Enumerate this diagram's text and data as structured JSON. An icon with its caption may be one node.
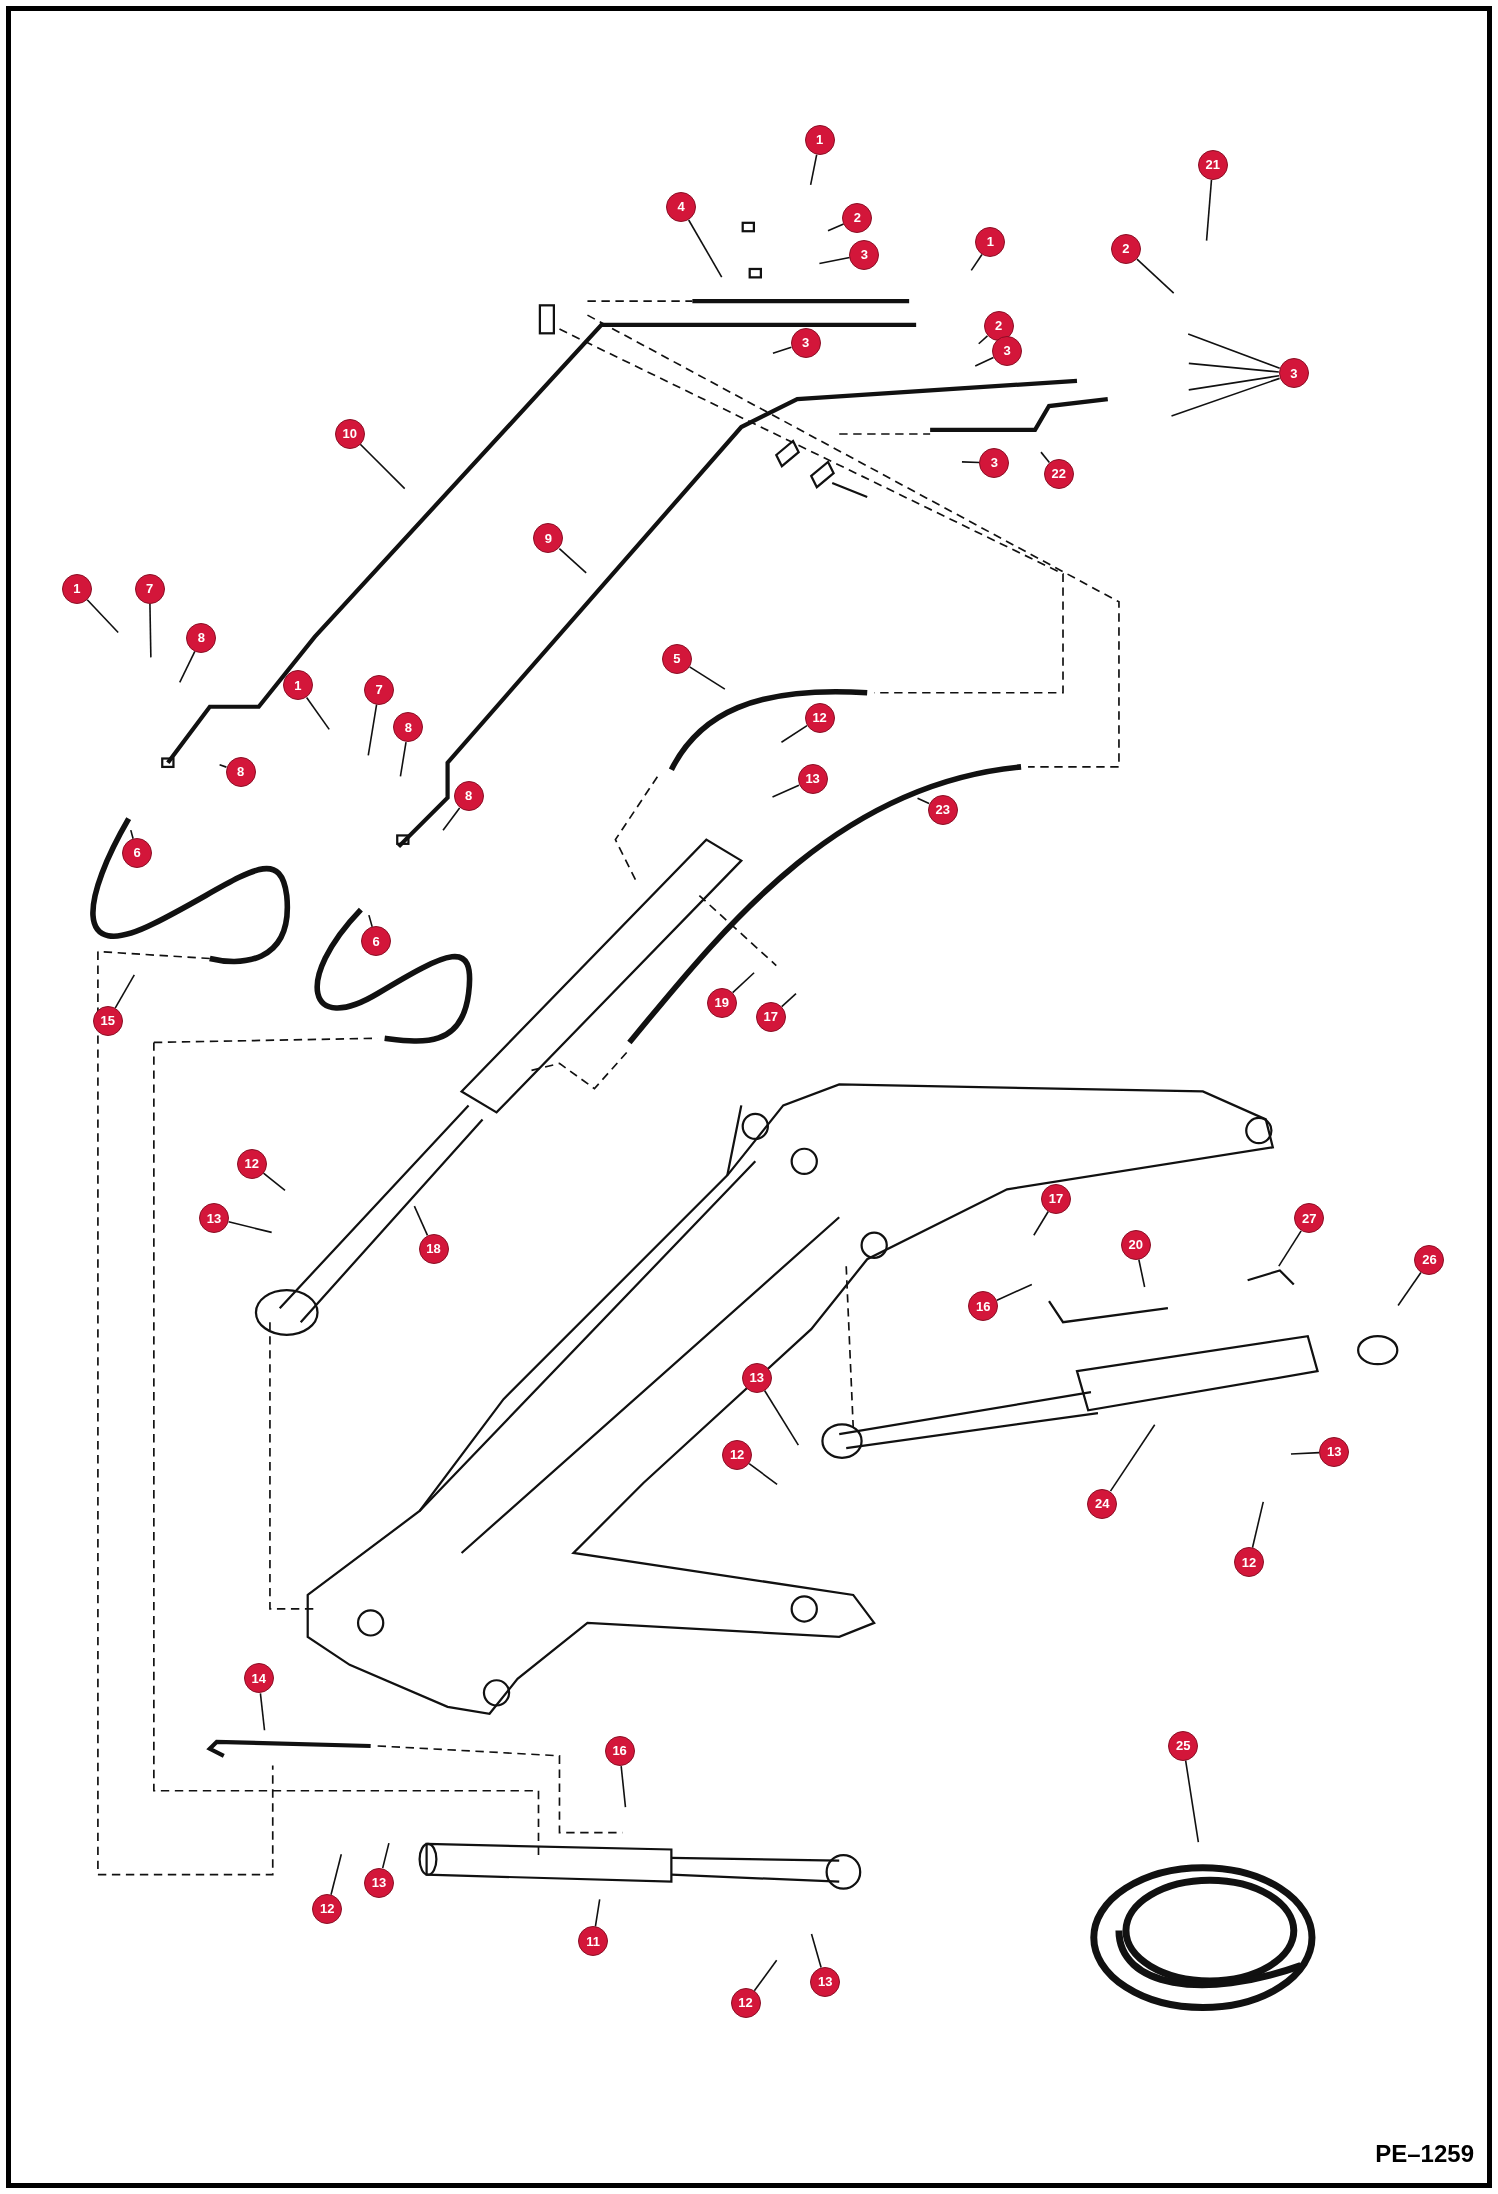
{
  "diagram": {
    "nodes": [
      {
        "text": [
          "1"
        ]
      },
      {
        "text": [
          "2"
        ]
      },
      {
        "text": [
          "3"
        ]
      },
      {
        "text": [
          "4"
        ]
      },
      {
        "text": [
          "3"
        ]
      },
      {
        "text": [
          "1"
        ]
      },
      {
        "text": [
          "2"
        ]
      },
      {
        "text": [
          "3"
        ]
      },
      {
        "text": [
          "2"
        ]
      },
      {
        "text": [
          "21"
        ]
      },
      {
        "text": [
          "3"
        ]
      },
      {
        "text": [
          "3"
        ]
      },
      {
        "text": [
          "22"
        ]
      },
      {
        "text": [
          "10"
        ]
      },
      {
        "text": [
          "9"
        ]
      },
      {
        "text": [
          "1"
        ]
      },
      {
        "text": [
          "7"
        ]
      },
      {
        "text": [
          "8"
        ]
      },
      {
        "text": [
          "8"
        ]
      },
      {
        "text": [
          "1"
        ]
      },
      {
        "text": [
          "7"
        ]
      },
      {
        "text": [
          "8"
        ]
      },
      {
        "text": [
          "8"
        ]
      },
      {
        "text": [
          "6"
        ]
      },
      {
        "text": [
          "6"
        ]
      },
      {
        "text": [
          "5"
        ]
      },
      {
        "text": [
          "12"
        ]
      },
      {
        "text": [
          "13"
        ]
      },
      {
        "text": [
          "23"
        ]
      },
      {
        "text": [
          "15"
        ]
      },
      {
        "text": [
          "19"
        ]
      },
      {
        "text": [
          "17"
        ]
      },
      {
        "text": [
          "12"
        ]
      },
      {
        "text": [
          "13"
        ]
      },
      {
        "text": [
          "18"
        ]
      },
      {
        "text": [
          "17"
        ]
      },
      {
        "text": [
          "20"
        ]
      },
      {
        "text": [
          "27"
        ]
      },
      {
        "text": [
          "26"
        ]
      },
      {
        "text": [
          "16"
        ]
      },
      {
        "text": [
          "13"
        ]
      },
      {
        "text": [
          "12"
        ]
      },
      {
        "text": [
          "13"
        ]
      },
      {
        "text": [
          "24"
        ]
      },
      {
        "text": [
          "12"
        ]
      },
      {
        "text": [
          "14"
        ]
      },
      {
        "text": [
          "16"
        ]
      },
      {
        "text": [
          "25"
        ]
      },
      {
        "text": [
          "12"
        ]
      },
      {
        "text": [
          "13"
        ]
      },
      {
        "text": [
          "11"
        ]
      },
      {
        "text": [
          "12"
        ]
      },
      {
        "text": [
          "13"
        ]
      }
    ],
    "edges": [
      {
        "from": 0,
        "to": null,
        "arrow": "none"
      },
      {
        "from": 1,
        "to": null,
        "arrow": "none"
      },
      {
        "from": 2,
        "to": null,
        "arrow": "none"
      },
      {
        "from": 3,
        "to": null,
        "arrow": "none"
      },
      {
        "from": 4,
        "to": null,
        "arrow": "none"
      },
      {
        "from": 5,
        "to": null,
        "arrow": "none"
      },
      {
        "from": 6,
        "to": null,
        "arrow": "none"
      },
      {
        "from": 7,
        "to": null,
        "arrow": "none"
      },
      {
        "from": 8,
        "to": null,
        "arrow": "none"
      },
      {
        "from": 9,
        "to": null,
        "arrow": "none"
      },
      {
        "from": 10,
        "to": null,
        "arrow": "none"
      },
      {
        "from": 10,
        "to": null,
        "arrow": "none"
      },
      {
        "from": 10,
        "to": null,
        "arrow": "none"
      },
      {
        "from": 10,
        "to": null,
        "arrow": "none"
      },
      {
        "from": 11,
        "to": null,
        "arrow": "none"
      },
      {
        "from": 12,
        "to": null,
        "arrow": "none"
      },
      {
        "from": 13,
        "to": null,
        "arrow": "none"
      },
      {
        "from": 14,
        "to": null,
        "arrow": "none"
      },
      {
        "from": 15,
        "to": null,
        "arrow": "none"
      },
      {
        "from": 16,
        "to": null,
        "arrow": "none"
      },
      {
        "from": 17,
        "to": null,
        "arrow": "none"
      },
      {
        "from": 18,
        "to": null,
        "arrow": "none"
      },
      {
        "from": 19,
        "to": null,
        "arrow": "none"
      },
      {
        "from": 20,
        "to": null,
        "arrow": "none"
      },
      {
        "from": 21,
        "to": null,
        "arrow": "none"
      },
      {
        "from": 22,
        "to": null,
        "arrow": "none"
      },
      {
        "from": 23,
        "to": null,
        "arrow": "none"
      },
      {
        "from": 24,
        "to": null,
        "arrow": "none"
      },
      {
        "from": 25,
        "to": null,
        "arrow": "none"
      },
      {
        "from": 26,
        "to": null,
        "arrow": "none"
      },
      {
        "from": 27,
        "to": null,
        "arrow": "none"
      },
      {
        "from": 28,
        "to": null,
        "arrow": "none"
      },
      {
        "from": 29,
        "to": null,
        "arrow": "none"
      },
      {
        "from": 30,
        "to": null,
        "arrow": "none"
      },
      {
        "from": 31,
        "to": null,
        "arrow": "none"
      },
      {
        "from": 32,
        "to": null,
        "arrow": "none"
      },
      {
        "from": 33,
        "to": null,
        "arrow": "none"
      },
      {
        "from": 34,
        "to": null,
        "arrow": "none"
      },
      {
        "from": 35,
        "to": null,
        "arrow": "none"
      },
      {
        "from": 36,
        "to": null,
        "arrow": "none"
      },
      {
        "from": 37,
        "to": null,
        "arrow": "none"
      },
      {
        "from": 38,
        "to": null,
        "arrow": "none"
      },
      {
        "from": 39,
        "to": null,
        "arrow": "none"
      },
      {
        "from": 40,
        "to": null,
        "arrow": "none"
      },
      {
        "from": 41,
        "to": null,
        "arrow": "none"
      },
      {
        "from": 42,
        "to": null,
        "arrow": "none"
      },
      {
        "from": 43,
        "to": null,
        "arrow": "none"
      },
      {
        "from": 44,
        "to": null,
        "arrow": "none"
      },
      {
        "from": 45,
        "to": null,
        "arrow": "none"
      },
      {
        "from": 46,
        "to": null,
        "arrow": "none"
      },
      {
        "from": 47,
        "to": null,
        "arrow": "none"
      },
      {
        "from": 48,
        "to": null,
        "arrow": "none"
      },
      {
        "from": 49,
        "to": null,
        "arrow": "none"
      },
      {
        "from": 50,
        "to": null,
        "arrow": "none"
      },
      {
        "from": 51,
        "to": null,
        "arrow": "none"
      },
      {
        "from": 52,
        "to": null,
        "arrow": "none"
      }
    ],
    "labels": [
      "PE–1259"
    ]
  }
}
